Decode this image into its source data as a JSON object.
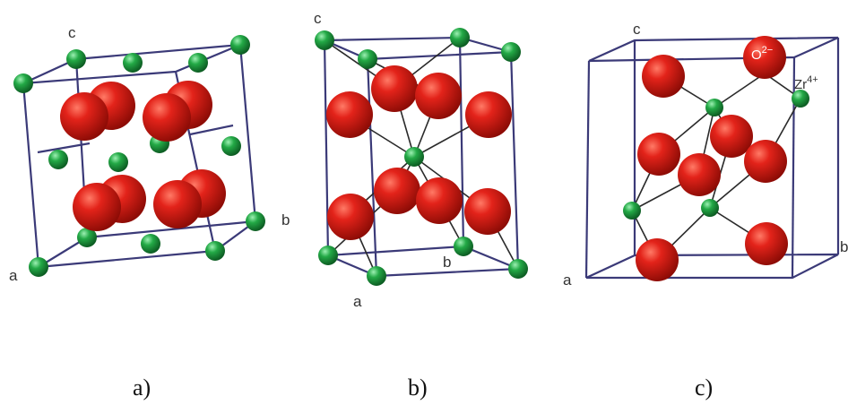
{
  "figure": {
    "panel_a": {
      "caption": "a)",
      "axis_a": "a",
      "axis_b": "b",
      "axis_c": "c"
    },
    "panel_b": {
      "caption": "b)",
      "axis_a": "a",
      "axis_b": "b",
      "axis_c": "c"
    },
    "panel_c": {
      "caption": "c)",
      "axis_a": "a",
      "axis_b": "b",
      "axis_c": "c",
      "oxygen_label": "O",
      "oxygen_charge": "2−",
      "zirconium_label": "Zr",
      "zirconium_charge": "4+"
    }
  },
  "colors": {
    "cell_edge": "#3b3a78",
    "oxygen_ion": "#d41a10",
    "zirconium_ion": "#1f9a3c",
    "bond": "#2a2a2a"
  }
}
